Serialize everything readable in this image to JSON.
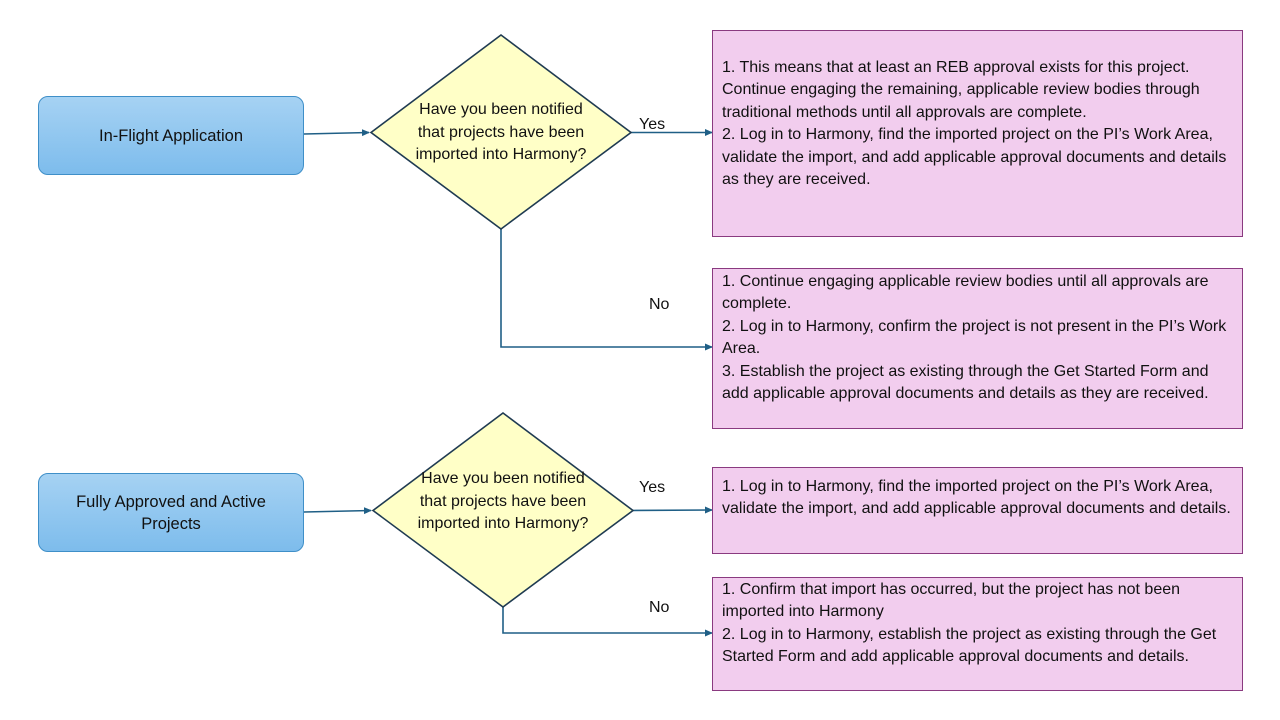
{
  "colors": {
    "start_fill": "#8cc6f0",
    "start_border": "#3f8fc8",
    "decision_fill": "#ffffc7",
    "decision_border": "#1f3b52",
    "outcome_fill": "#f2cdee",
    "outcome_border": "#8a3a80",
    "connector": "#1f5f86"
  },
  "flows": [
    {
      "start": "In-Flight Application",
      "decision": "Have you been notified that projects have been imported into Harmony?",
      "yes_label": "Yes",
      "no_label": "No",
      "yes_outcome": [
        "1. This means that at least an REB approval exists for this project. Continue engaging the remaining, applicable review bodies through traditional methods until all approvals are complete.",
        "2. Log in to Harmony, find the imported project on the PI’s Work Area, validate the import, and add applicable approval documents and details as they are received."
      ],
      "no_outcome": [
        "1. Continue engaging applicable review bodies until all approvals are complete.",
        "2. Log in to Harmony, confirm the project is not present in the PI’s Work Area.",
        "3. Establish the project as existing through the Get Started Form and add applicable approval documents and details as they are received."
      ]
    },
    {
      "start": "Fully Approved and Active Projects",
      "decision": "Have you been notified that projects have been imported into Harmony?",
      "yes_label": "Yes",
      "no_label": "No",
      "yes_outcome": [
        "1. Log in to Harmony, find the imported project on the PI’s Work Area, validate the import, and add applicable approval documents and details."
      ],
      "no_outcome": [
        "1. Confirm that import has occurred, but the project has not been imported into Harmony",
        "2. Log in to Harmony, establish the project as existing through the Get Started Form and add applicable approval documents and details."
      ]
    }
  ]
}
